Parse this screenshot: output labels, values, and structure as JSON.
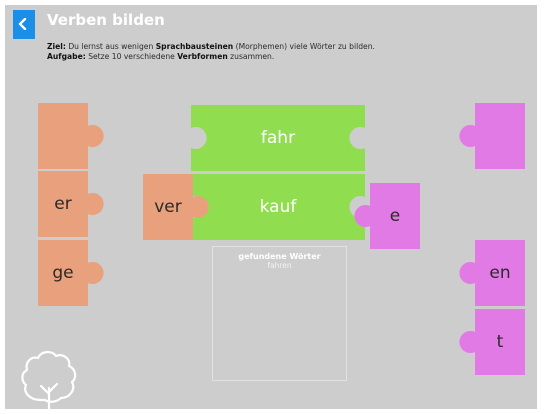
{
  "header": {
    "title": "Verben bilden",
    "back_icon": "chevron-left-icon",
    "accent": "#1b8ee8"
  },
  "info": {
    "goal_label": "Ziel:",
    "goal_text_1": " Du lernst aus wenigen ",
    "goal_bold": "Sprachbausteinen",
    "goal_text_2": " (Morphemen) viele Wörter zu bilden.",
    "task_label": "Aufgabe:",
    "task_text_1": " Setze 10 verschiedene ",
    "task_bold": "Verbformen",
    "task_text_2": " zusammen."
  },
  "found": {
    "title": "gefundene Wörter",
    "words": [
      "fahren"
    ]
  },
  "colors": {
    "prefix": "#e8a07d",
    "stem": "#90de50",
    "suffix": "#e27ae6"
  },
  "pieces": {
    "prefix_empty": "",
    "prefix_er": "er",
    "prefix_ge": "ge",
    "prefix_ver": "ver",
    "stem_fahr": "fahr",
    "stem_kauf": "kauf",
    "suffix_e": "e",
    "suffix_empty": "",
    "suffix_en": "en",
    "suffix_t": "t"
  },
  "decor": {
    "tree_icon": "tree-outline-icon"
  }
}
